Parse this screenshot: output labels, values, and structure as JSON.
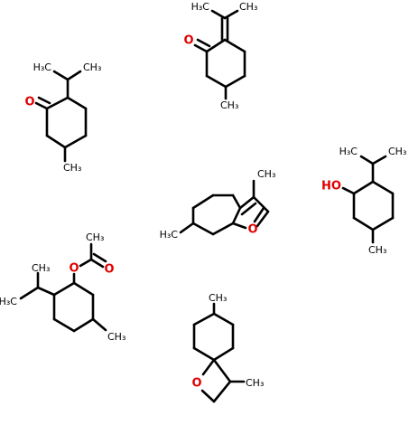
{
  "colors": {
    "bond": "#000000",
    "carbon_label": "#000000",
    "oxygen": "#e00000"
  },
  "molecules": [
    {
      "name": "menthone",
      "labels": [
        "H₃C",
        "CH₃",
        "O",
        "CH₃"
      ]
    },
    {
      "name": "pulegone",
      "labels": [
        "H₃C",
        "CH₃",
        "O",
        "CH₃"
      ]
    },
    {
      "name": "menthol",
      "labels": [
        "H₃C",
        "CH₃",
        "HO",
        "CH₃"
      ]
    },
    {
      "name": "menthofuran",
      "labels": [
        "CH₃",
        "H₃C",
        "O"
      ]
    },
    {
      "name": "menthyl-acetate",
      "labels": [
        "CH₃",
        "O",
        "O",
        "CH₃",
        "H₃C",
        "CH₃"
      ]
    },
    {
      "name": "spiro-oxetane",
      "labels": [
        "CH₃",
        "O",
        "CH₃"
      ]
    }
  ]
}
